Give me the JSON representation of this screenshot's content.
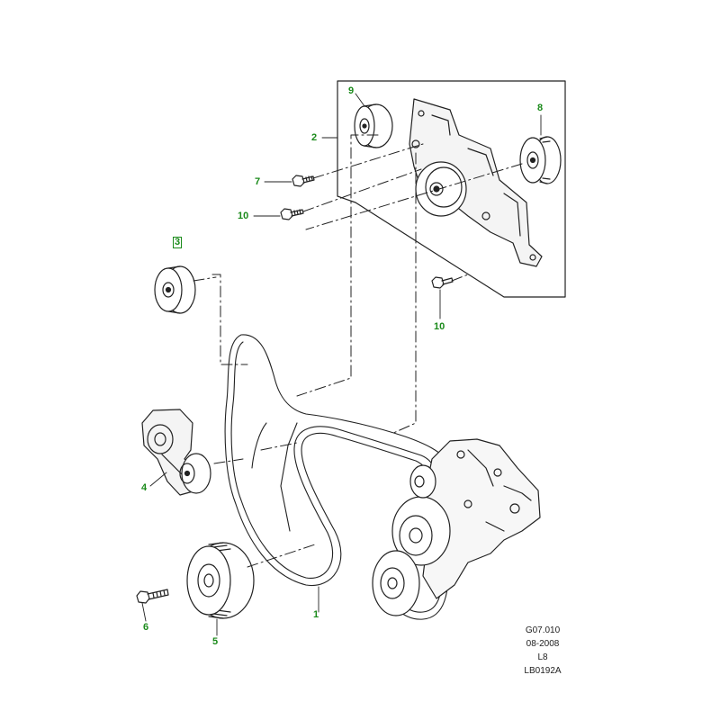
{
  "callouts": {
    "c1": "1",
    "c2": "2",
    "c3": "3",
    "c4": "4",
    "c5": "5",
    "c6": "6",
    "c7": "7",
    "c8": "8",
    "c9": "9",
    "c10a": "10",
    "c10b": "10"
  },
  "stamp": {
    "code": "G07.010",
    "date": "08-2008",
    "engine": "L8",
    "ref": "LB0192A"
  },
  "colors": {
    "callout": "#1a8a1a",
    "lines": "#222222"
  }
}
